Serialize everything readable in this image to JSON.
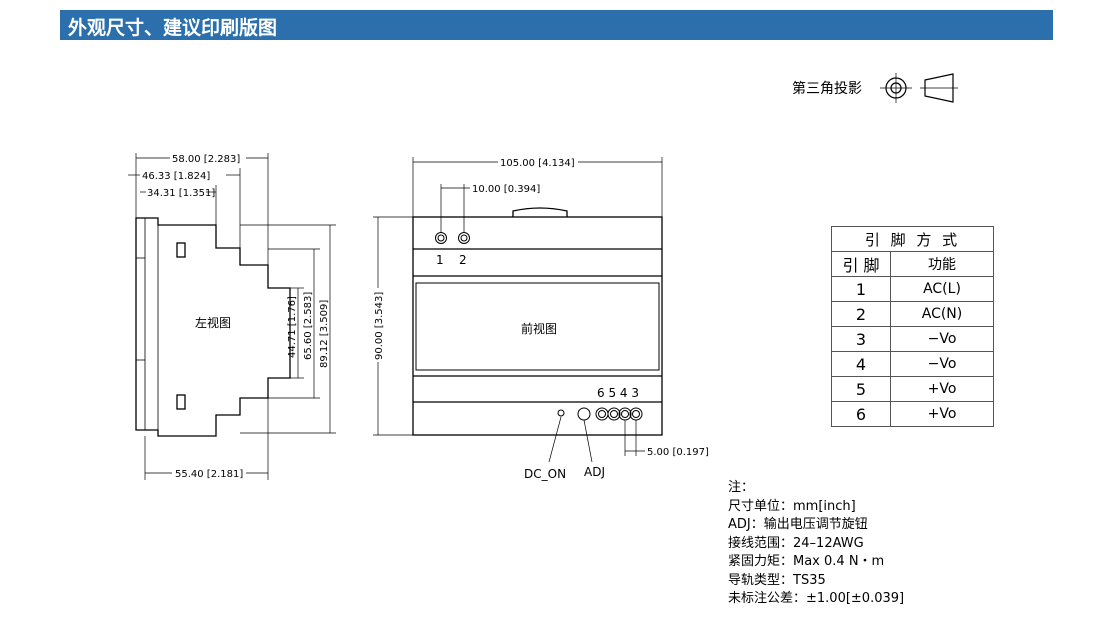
{
  "header": {
    "title": "外观尺寸、建议印刷版图"
  },
  "projection": {
    "label": "第三角投影"
  },
  "left_view": {
    "label": "左视图",
    "dims": {
      "w_total": "58.00 [2.283]",
      "w_mid": "46.33 [1.824]",
      "w_small": "34.31 [1.351]",
      "w_bottom": "55.40 [2.181]",
      "h_inner": "44.71 [1.76]",
      "h_mid": "65.60 [2.583]",
      "h_total": "89.12 [3.509]"
    }
  },
  "front_view": {
    "label": "前视图",
    "dims": {
      "width": "105.00 [4.134]",
      "pitch_top": "10.00 [0.394]",
      "height": "90.00 [3.543]",
      "pitch_bottom": "5.00 [0.197]"
    },
    "top_terminals": [
      "1",
      "2"
    ],
    "bottom_terminals": "6 5 4 3",
    "callouts": {
      "dc_on": "DC_ON",
      "adj": "ADJ"
    }
  },
  "pin_table": {
    "title": "引 脚 方 式",
    "col_pin": "引 脚",
    "col_func": "功能",
    "rows": [
      {
        "pin": "1",
        "func": "AC(L)"
      },
      {
        "pin": "2",
        "func": "AC(N)"
      },
      {
        "pin": "3",
        "func": "−Vo"
      },
      {
        "pin": "4",
        "func": "−Vo"
      },
      {
        "pin": "5",
        "func": "+Vo"
      },
      {
        "pin": "6",
        "func": "+Vo"
      }
    ]
  },
  "notes": {
    "heading": "注：",
    "lines": [
      "尺寸单位：mm[inch]",
      "ADJ：输出电压调节旋钮",
      "接线范围：24–12AWG",
      "紧固力矩：Max 0.4 N・m",
      "导轨类型：TS35",
      "未标注公差：±1.00[±0.039]"
    ]
  }
}
